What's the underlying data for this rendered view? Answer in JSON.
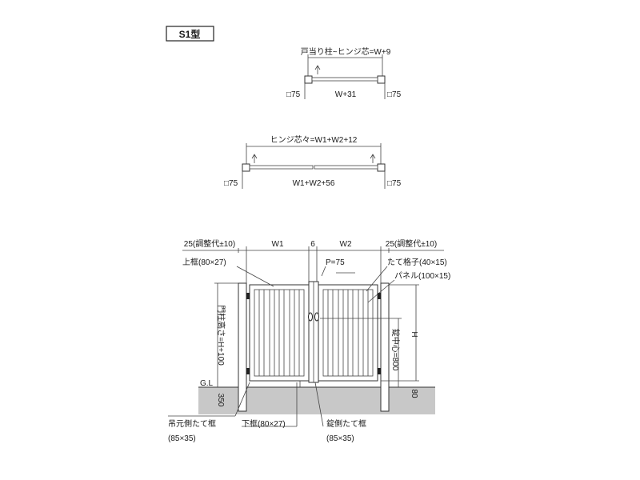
{
  "title": "S1型",
  "top_plan": {
    "dim_top": "戸当り柱~ヒンジ芯=W+9",
    "dim_bottom": "W+31",
    "post_left": "□75",
    "post_right": "□75"
  },
  "mid_plan": {
    "dim_top": "ヒンジ芯々=W1+W2+12",
    "dim_bottom": "W1+W2+56",
    "post_left": "□75",
    "post_right": "□75"
  },
  "elevation": {
    "dim_adjust_left": "25(調整代±10)",
    "dim_w1": "W1",
    "dim_gap": "6",
    "dim_w2": "W2",
    "dim_adjust_right": "25(調整代±10)",
    "label_top_frame": "上框(80×27)",
    "label_pitch": "P=75",
    "label_slat": "たて格子(40×15)",
    "label_panel": "パネル(100×15)",
    "label_post_height": "門柱高さ=H+100",
    "label_h": "H",
    "label_lock_center": "錠中心=800",
    "label_gl": "G.L",
    "label_350": "350",
    "label_80": "80",
    "label_hinge_stile": "吊元側たて框",
    "label_hinge_stile_size": "(85×35)",
    "label_bottom_frame": "下框(80×27)",
    "label_lock_stile": "錠側たて框",
    "label_lock_stile_size": "(85×35)"
  }
}
